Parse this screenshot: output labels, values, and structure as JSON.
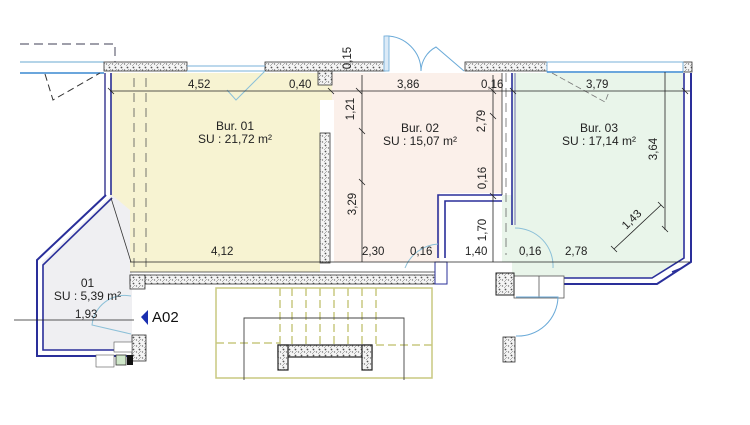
{
  "rooms": [
    {
      "id": "bur01",
      "name": "Bur. 01",
      "area": "SU : 21,72 m²",
      "fill": "#f7f3d2"
    },
    {
      "id": "bur02",
      "name": "Bur. 02",
      "area": "SU : 15,07 m²",
      "fill": "#fbf0ea"
    },
    {
      "id": "bur03",
      "name": "Bur. 03",
      "area": "SU : 17,14 m²",
      "fill": "#e9f5ea"
    },
    {
      "id": "room01",
      "name": "01",
      "area": "SU : 5,39 m²",
      "fill": "#efeff2"
    }
  ],
  "dimensions": {
    "d_452": "4,52",
    "d_040": "0,40",
    "d_015": "0,15",
    "d_386": "3,86",
    "d_016_top": "0,16",
    "d_379": "3,79",
    "d_121": "1,21",
    "d_279": "2,79",
    "d_364": "3,64",
    "d_329": "3,29",
    "d_016_mid": "0,16",
    "d_170": "1,70",
    "d_143": "1,43",
    "d_412": "4,12",
    "d_230": "2,30",
    "d_016_a": "0,16",
    "d_140": "1,40",
    "d_016_b": "0,16",
    "d_278": "2,78",
    "d_193": "1,93"
  },
  "section_marker": {
    "label": "A02",
    "color": "#1a2fb0"
  },
  "colors": {
    "wall_outline": "#2a2f9a",
    "glazing": "#4a90d0",
    "door_swing": "#6aaad8",
    "dim_line": "#222222",
    "hatch": "#555555",
    "stair": "#c8c880"
  }
}
